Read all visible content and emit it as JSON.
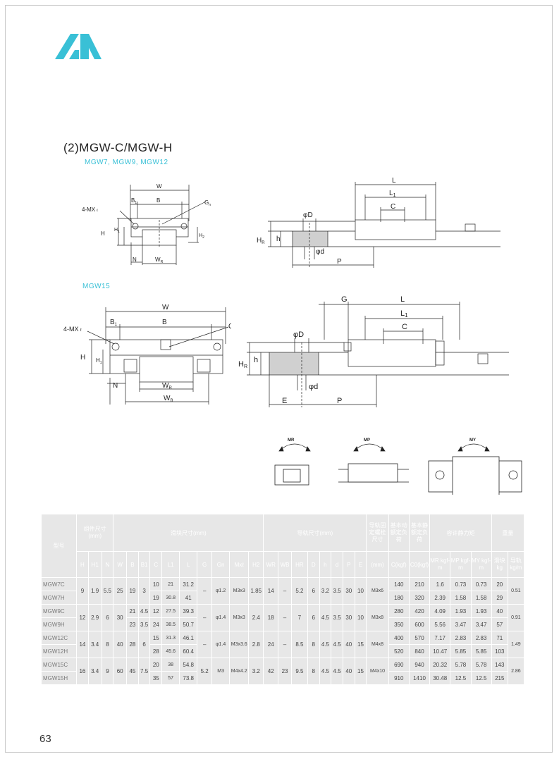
{
  "page": {
    "title": "(2)MGW-C/MGW-H",
    "subtitle_small": "MGW7, MGW9, MGW12",
    "subtitle_large": "MGW15",
    "page_number": "63"
  },
  "colors": {
    "accent": "#39c0d6",
    "table_bg": "#e7e7e7",
    "line": "#222222"
  },
  "drawing_small": {
    "W": "W",
    "B1": "B",
    "B1_sub": "1",
    "B": "B",
    "Gn": "G",
    "Gn_sub": "n",
    "MX": "4-MX",
    "MX_sub": "ℓ",
    "H": "H",
    "H1": "H",
    "H1_sub": "1",
    "H2": "H",
    "H2_sub": "2",
    "N": "N",
    "WR": "W",
    "WR_sub": "R",
    "HR": "H",
    "HR_sub": "R",
    "h": "h",
    "D": "φD",
    "d": "φd",
    "P": "P",
    "L": "L",
    "L1": "L",
    "L1_sub": "1",
    "C": "C"
  },
  "drawing_large": {
    "W": "W",
    "B1": "B",
    "B1_sub": "1",
    "B": "B",
    "Gn": "Gn",
    "MX": "4-MX",
    "MX_sub": "ℓ",
    "H": "H",
    "H1": "H",
    "H1_sub": "1",
    "N": "N",
    "WR": "W",
    "WR_sub": "R",
    "WB": "W",
    "WB_sub": "B",
    "HR": "H",
    "HR_sub": "R",
    "h": "h",
    "D": "φD",
    "d": "φd",
    "E": "E",
    "P": "P",
    "G": "G",
    "L": "L",
    "L1": "L",
    "L1_sub": "1",
    "C": "C"
  },
  "moments": [
    "MR",
    "MP",
    "MY"
  ],
  "table": {
    "groups": {
      "model": "型号",
      "assembly": "组件尺寸 (mm)",
      "block": "滑块尺寸(mm)",
      "rail": "导轨尺寸(mm)",
      "bolt": "导轨固定螺栓尺寸",
      "dynamic": "基本动额定负荷",
      "static": "基本静额定负荷",
      "moment": "容许静力矩",
      "weight": "重量"
    },
    "cols": [
      "H",
      "H1",
      "N",
      "W",
      "B",
      "B1",
      "C",
      "L1",
      "L",
      "G",
      "Gn",
      "Mxℓ",
      "H2",
      "WR",
      "WB",
      "HR",
      "D",
      "h",
      "d",
      "P",
      "E",
      "(mm)",
      "C(kgf)",
      "C0(kgf)",
      "MR kgf-m",
      "MP kgf-m",
      "MY kgf-m",
      "滑块 kg",
      "导轨 kg/m"
    ],
    "rows": [
      {
        "a": [
          "MGW7C",
          "9",
          "1.9",
          "5.5",
          "25",
          "19",
          "3",
          "10",
          "21",
          "31.2",
          "–",
          "φ1.2",
          "M3x3",
          "1.85",
          "14",
          "–",
          "5.2",
          "6",
          "3.2",
          "3.5",
          "30",
          "10",
          "M3x6",
          "140",
          "210",
          "1.6",
          "0.73",
          "0.73",
          "20",
          "0.51"
        ],
        "b": [
          "MGW7H",
          "19",
          "30.8",
          "41",
          "180",
          "320",
          "2.39",
          "1.58",
          "1.58",
          "29"
        ]
      },
      {
        "a": [
          "MGW9C",
          "12",
          "2.9",
          "6",
          "30",
          "21",
          "4.5",
          "12",
          "27.5",
          "39.3",
          "–",
          "φ1.4",
          "M3x3",
          "2.4",
          "18",
          "–",
          "7",
          "6",
          "4.5",
          "3.5",
          "30",
          "10",
          "M3x8",
          "280",
          "420",
          "4.09",
          "1.93",
          "1.93",
          "40",
          "0.91"
        ],
        "b": [
          "MGW9H",
          "23",
          "3.5",
          "24",
          "38.5",
          "50.7",
          "350",
          "600",
          "5.56",
          "3.47",
          "3.47",
          "57"
        ]
      },
      {
        "a": [
          "MGW12C",
          "14",
          "3.4",
          "8",
          "40",
          "28",
          "6",
          "15",
          "31.3",
          "46.1",
          "–",
          "φ1.4",
          "M3x3.6",
          "2.8",
          "24",
          "–",
          "8.5",
          "8",
          "4.5",
          "4.5",
          "40",
          "15",
          "M4x8",
          "400",
          "570",
          "7.17",
          "2.83",
          "2.83",
          "71",
          "1.49"
        ],
        "b": [
          "MGW12H",
          "28",
          "45.6",
          "60.4",
          "520",
          "840",
          "10.47",
          "5.85",
          "5.85",
          "103"
        ]
      },
      {
        "a": [
          "MGW15C",
          "16",
          "3.4",
          "9",
          "60",
          "45",
          "7.5",
          "20",
          "38",
          "54.8",
          "5.2",
          "M3",
          "M4x4.2",
          "3.2",
          "42",
          "23",
          "9.5",
          "8",
          "4.5",
          "4.5",
          "40",
          "15",
          "M4x10",
          "690",
          "940",
          "20.32",
          "5.78",
          "5.78",
          "143",
          "2.86"
        ],
        "b": [
          "MGW15H",
          "35",
          "57",
          "73.8",
          "910",
          "1410",
          "30.48",
          "12.5",
          "12.5",
          "215"
        ]
      }
    ]
  }
}
